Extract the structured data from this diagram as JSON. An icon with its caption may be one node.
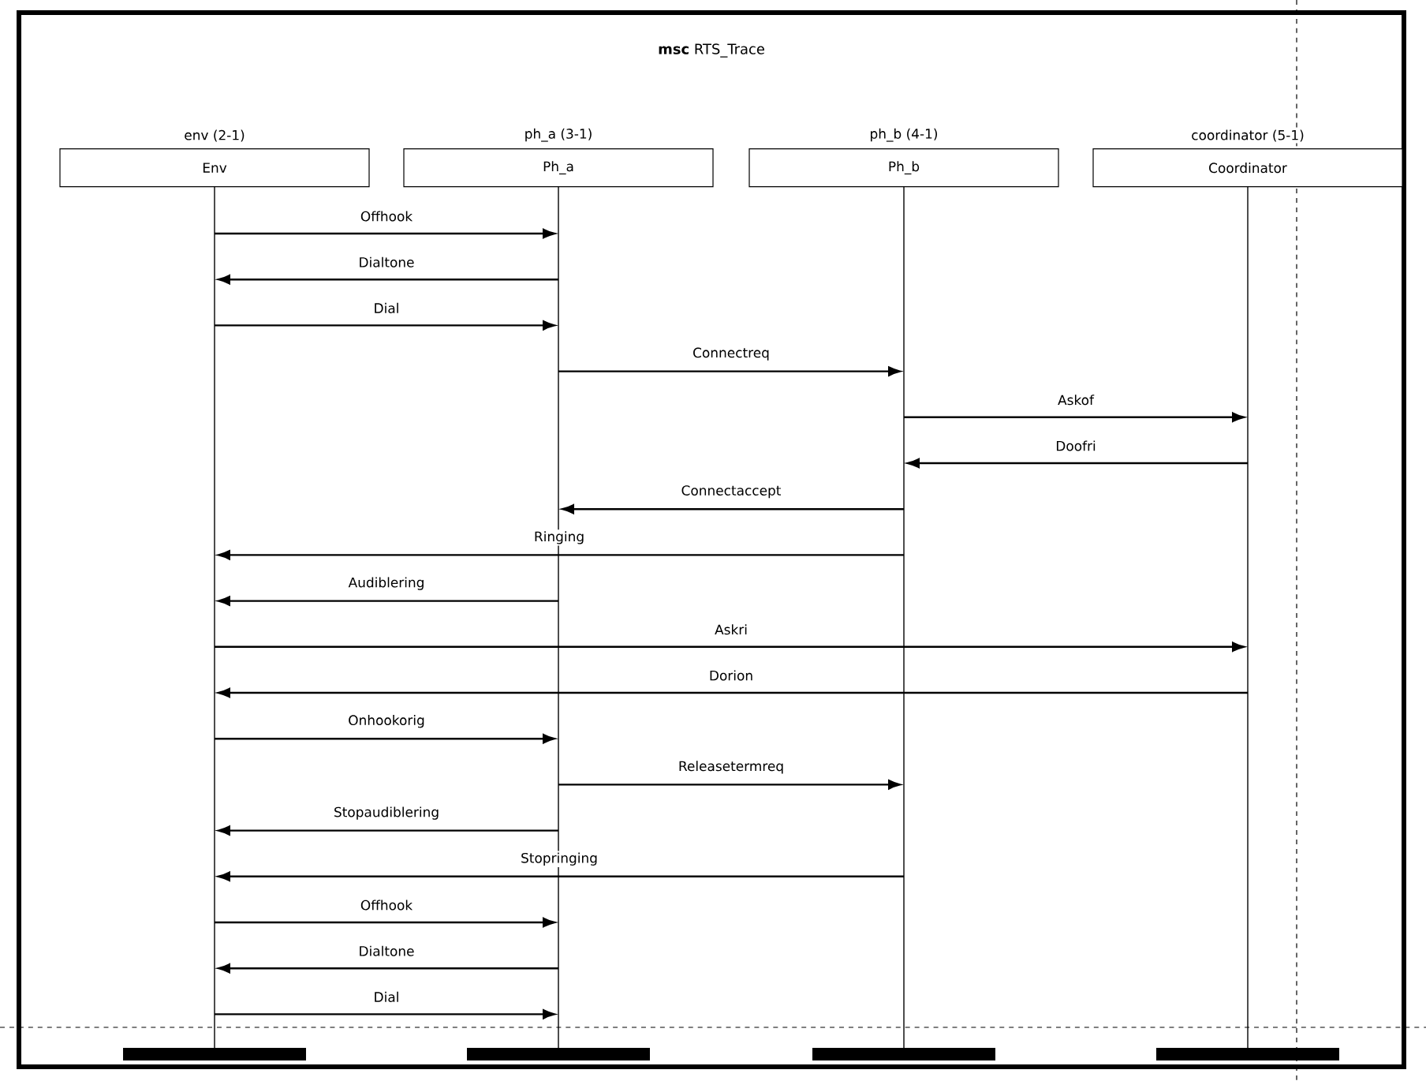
{
  "diagram": {
    "title": "**msc** RTS_Trace",
    "nodes": [
      {
        "text": [
          "env (2-1)",
          "Env"
        ]
      },
      {
        "text": [
          "ph_a (3-1)",
          "Ph_a"
        ]
      },
      {
        "text": [
          "ph_b (4-1)",
          "Ph_b"
        ]
      },
      {
        "text": [
          "coordinator (5-1)",
          "Coordinator"
        ]
      },
      {
        "text": [],
        "shape": "bar"
      },
      {
        "text": [],
        "shape": "bar"
      },
      {
        "text": [],
        "shape": "bar"
      },
      {
        "text": [],
        "shape": "bar"
      }
    ],
    "edges": [
      {
        "from": 4,
        "to": 5,
        "arrow": "to",
        "label": "Offhook"
      },
      {
        "from": 5,
        "to": 4,
        "arrow": "to",
        "label": "Dialtone"
      },
      {
        "from": 4,
        "to": 5,
        "arrow": "to",
        "label": "Dial"
      },
      {
        "from": 5,
        "to": 6,
        "arrow": "to",
        "label": "Connectreq"
      },
      {
        "from": 6,
        "to": 7,
        "arrow": "to",
        "label": "Askof"
      },
      {
        "from": 7,
        "to": 6,
        "arrow": "to",
        "label": "Doofri"
      },
      {
        "from": 6,
        "to": 5,
        "arrow": "to",
        "label": "Connectaccept"
      },
      {
        "from": 6,
        "to": 4,
        "arrow": "to",
        "label": "Ringing"
      },
      {
        "from": 5,
        "to": 4,
        "arrow": "to",
        "label": "Audiblering"
      },
      {
        "from": 4,
        "to": 7,
        "arrow": "to",
        "label": "Askri"
      },
      {
        "from": 7,
        "to": 4,
        "arrow": "to",
        "label": "Dorion"
      },
      {
        "from": 4,
        "to": 5,
        "arrow": "to",
        "label": "Onhookorig"
      },
      {
        "from": 5,
        "to": 6,
        "arrow": "to",
        "label": "Releasetermreq"
      },
      {
        "from": 5,
        "to": 4,
        "arrow": "to",
        "label": "Stopaudiblering"
      },
      {
        "from": 6,
        "to": 4,
        "arrow": "to",
        "label": "Stopringing"
      },
      {
        "from": 4,
        "to": 5,
        "arrow": "to",
        "label": "Offhook"
      },
      {
        "from": 5,
        "to": 4,
        "arrow": "to",
        "label": "Dialtone"
      },
      {
        "from": 4,
        "to": 5,
        "arrow": "to",
        "label": "Dial"
      }
    ]
  }
}
